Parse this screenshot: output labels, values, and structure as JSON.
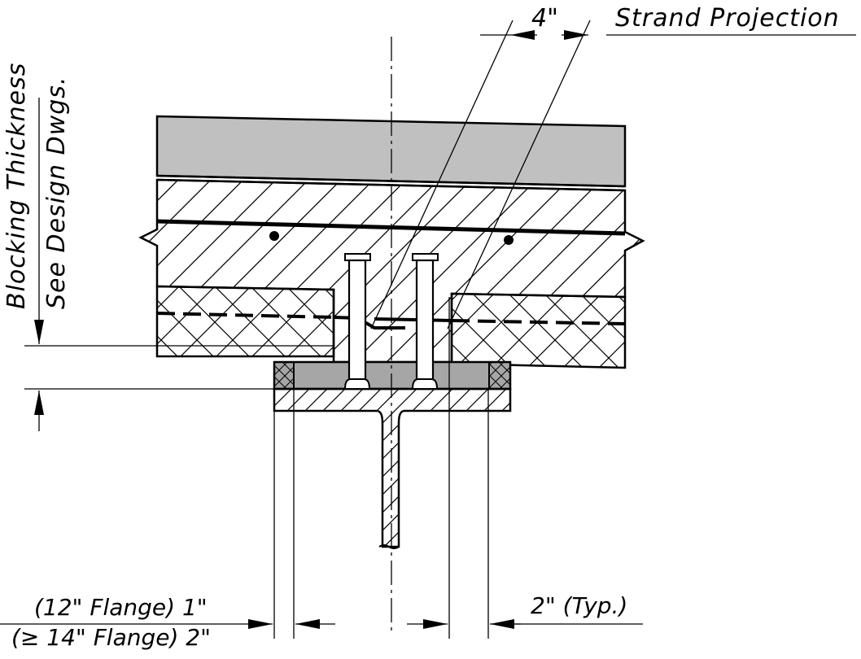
{
  "labels": {
    "strand_projection_dim": "4\"",
    "strand_projection": "Strand Projection",
    "blocking_thickness": "Blocking Thickness",
    "see_design": "See Design Dwgs.",
    "flange_12": "(12\" Flange)  1\"",
    "flange_14": "(≥ 14\" Flange)  2\"",
    "typ_dim": "2\" (Typ.)"
  },
  "colors": {
    "line": "#000000",
    "slab_fill": "#c0c0c0",
    "haunch_fill": "#a6a6a6",
    "background": "#ffffff"
  }
}
